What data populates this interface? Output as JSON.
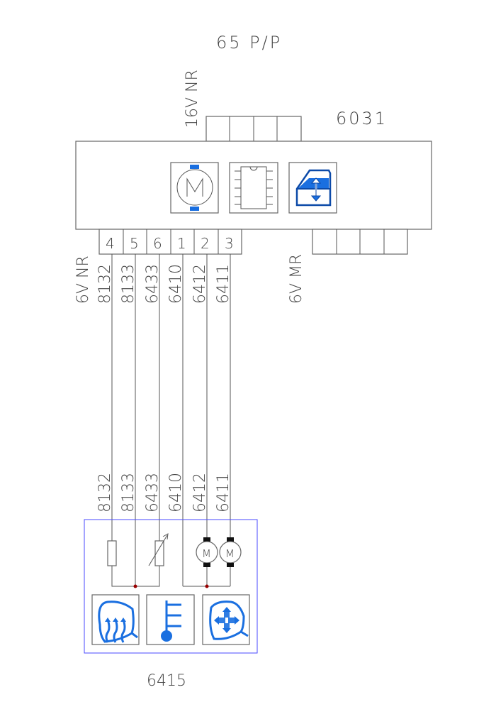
{
  "title": "65 P/P",
  "module": {
    "id": "6031",
    "top_connector_label": "16V NR",
    "pin_connector_label": "6V NR",
    "right_connector_label": "6V MR",
    "pins": [
      "4",
      "5",
      "6",
      "1",
      "2",
      "3"
    ],
    "wires": [
      "8132",
      "8133",
      "6433",
      "6410",
      "6412",
      "6411"
    ],
    "icons": [
      "motor-icon",
      "chip-icon",
      "window-lift-icon"
    ]
  },
  "mirror": {
    "id": "6415",
    "wires": [
      "8132",
      "8133",
      "6433",
      "6410",
      "6412",
      "6411"
    ],
    "motor_label": "M",
    "icons": [
      "mirror-defrost-icon",
      "temperature-icon",
      "mirror-adjust-icon"
    ]
  },
  "colors": {
    "accent": "#1a6fe0",
    "frame": "#4a4aff",
    "junction": "#990000"
  }
}
